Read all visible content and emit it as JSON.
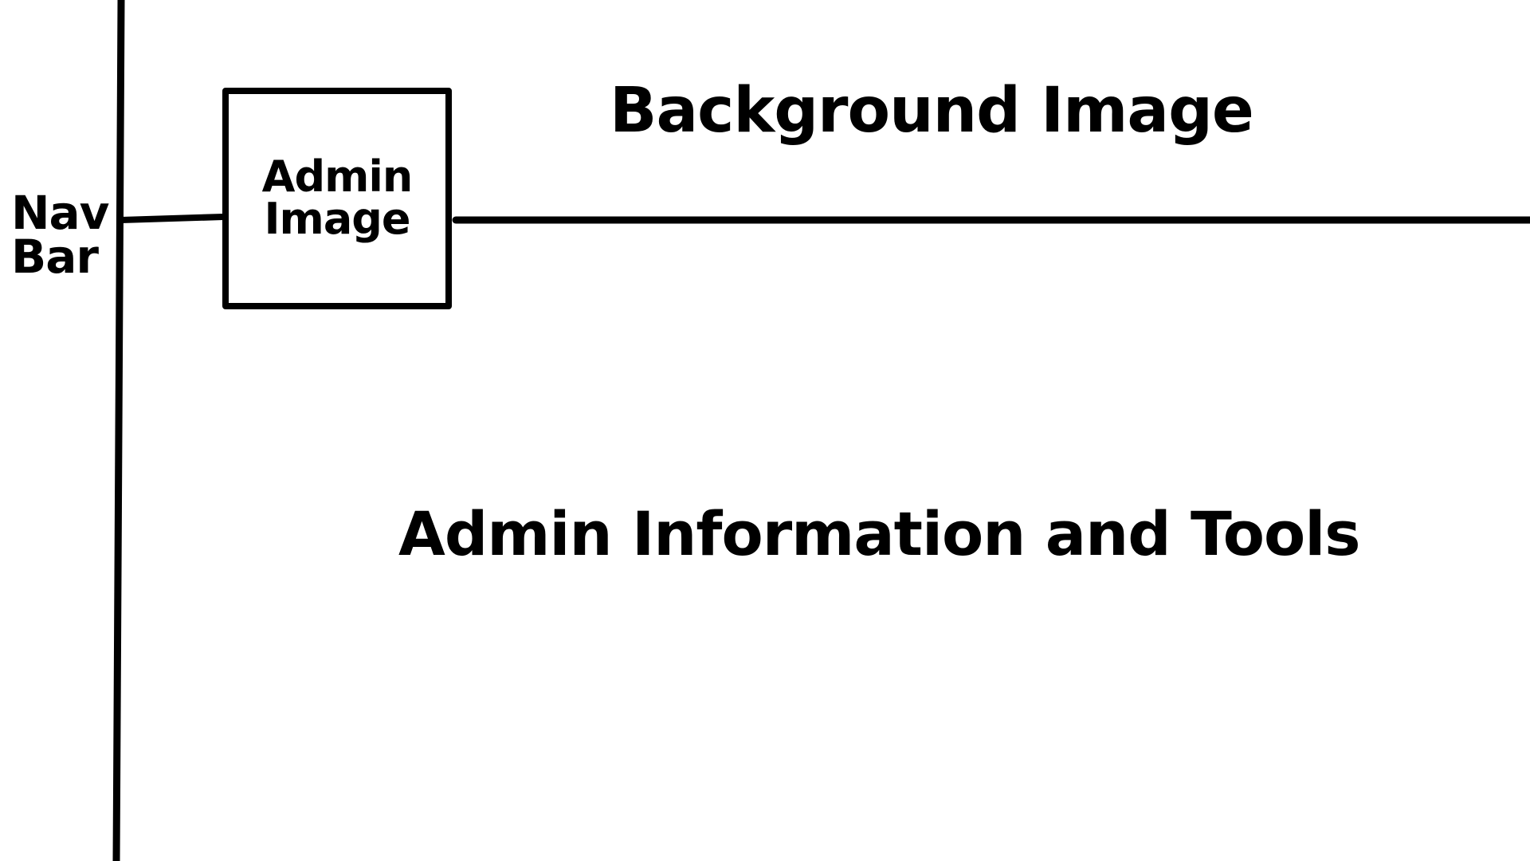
{
  "nav_bar": {
    "label_line1": "Nav",
    "label_line2": "Bar"
  },
  "admin_image": {
    "label_line1": "Admin",
    "label_line2": "Image"
  },
  "header": {
    "background_label": "Background Image"
  },
  "main": {
    "content_label": "Admin Information and Tools"
  },
  "colors": {
    "stroke": "#000000",
    "background": "#ffffff"
  }
}
